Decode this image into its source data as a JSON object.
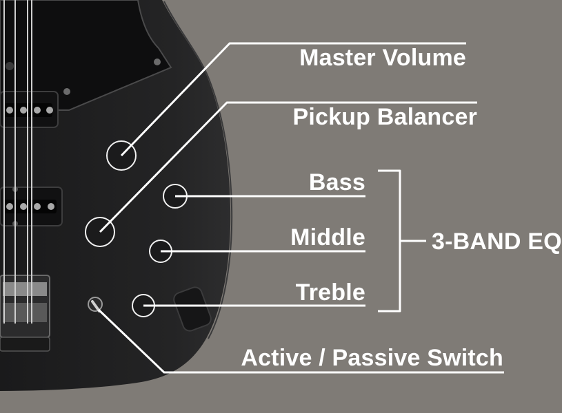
{
  "labels": {
    "master_volume": "Master Volume",
    "pickup_balancer": "Pickup Balancer",
    "bass": "Bass",
    "middle": "Middle",
    "treble": "Treble",
    "three_band_eq": "3-BAND EQ",
    "active_passive_switch": "Active / Passive Switch"
  },
  "colors": {
    "background": "#7f7b76",
    "body": "#1f1f20",
    "pickguard": "#0d0d0e",
    "callout": "#ffffff",
    "knob_ring": "#f2f2f2"
  },
  "icons": {
    "knob": "knob-icon",
    "toggle": "toggle-switch-icon",
    "pickup": "pickup-icon",
    "bridge": "bridge-icon"
  }
}
